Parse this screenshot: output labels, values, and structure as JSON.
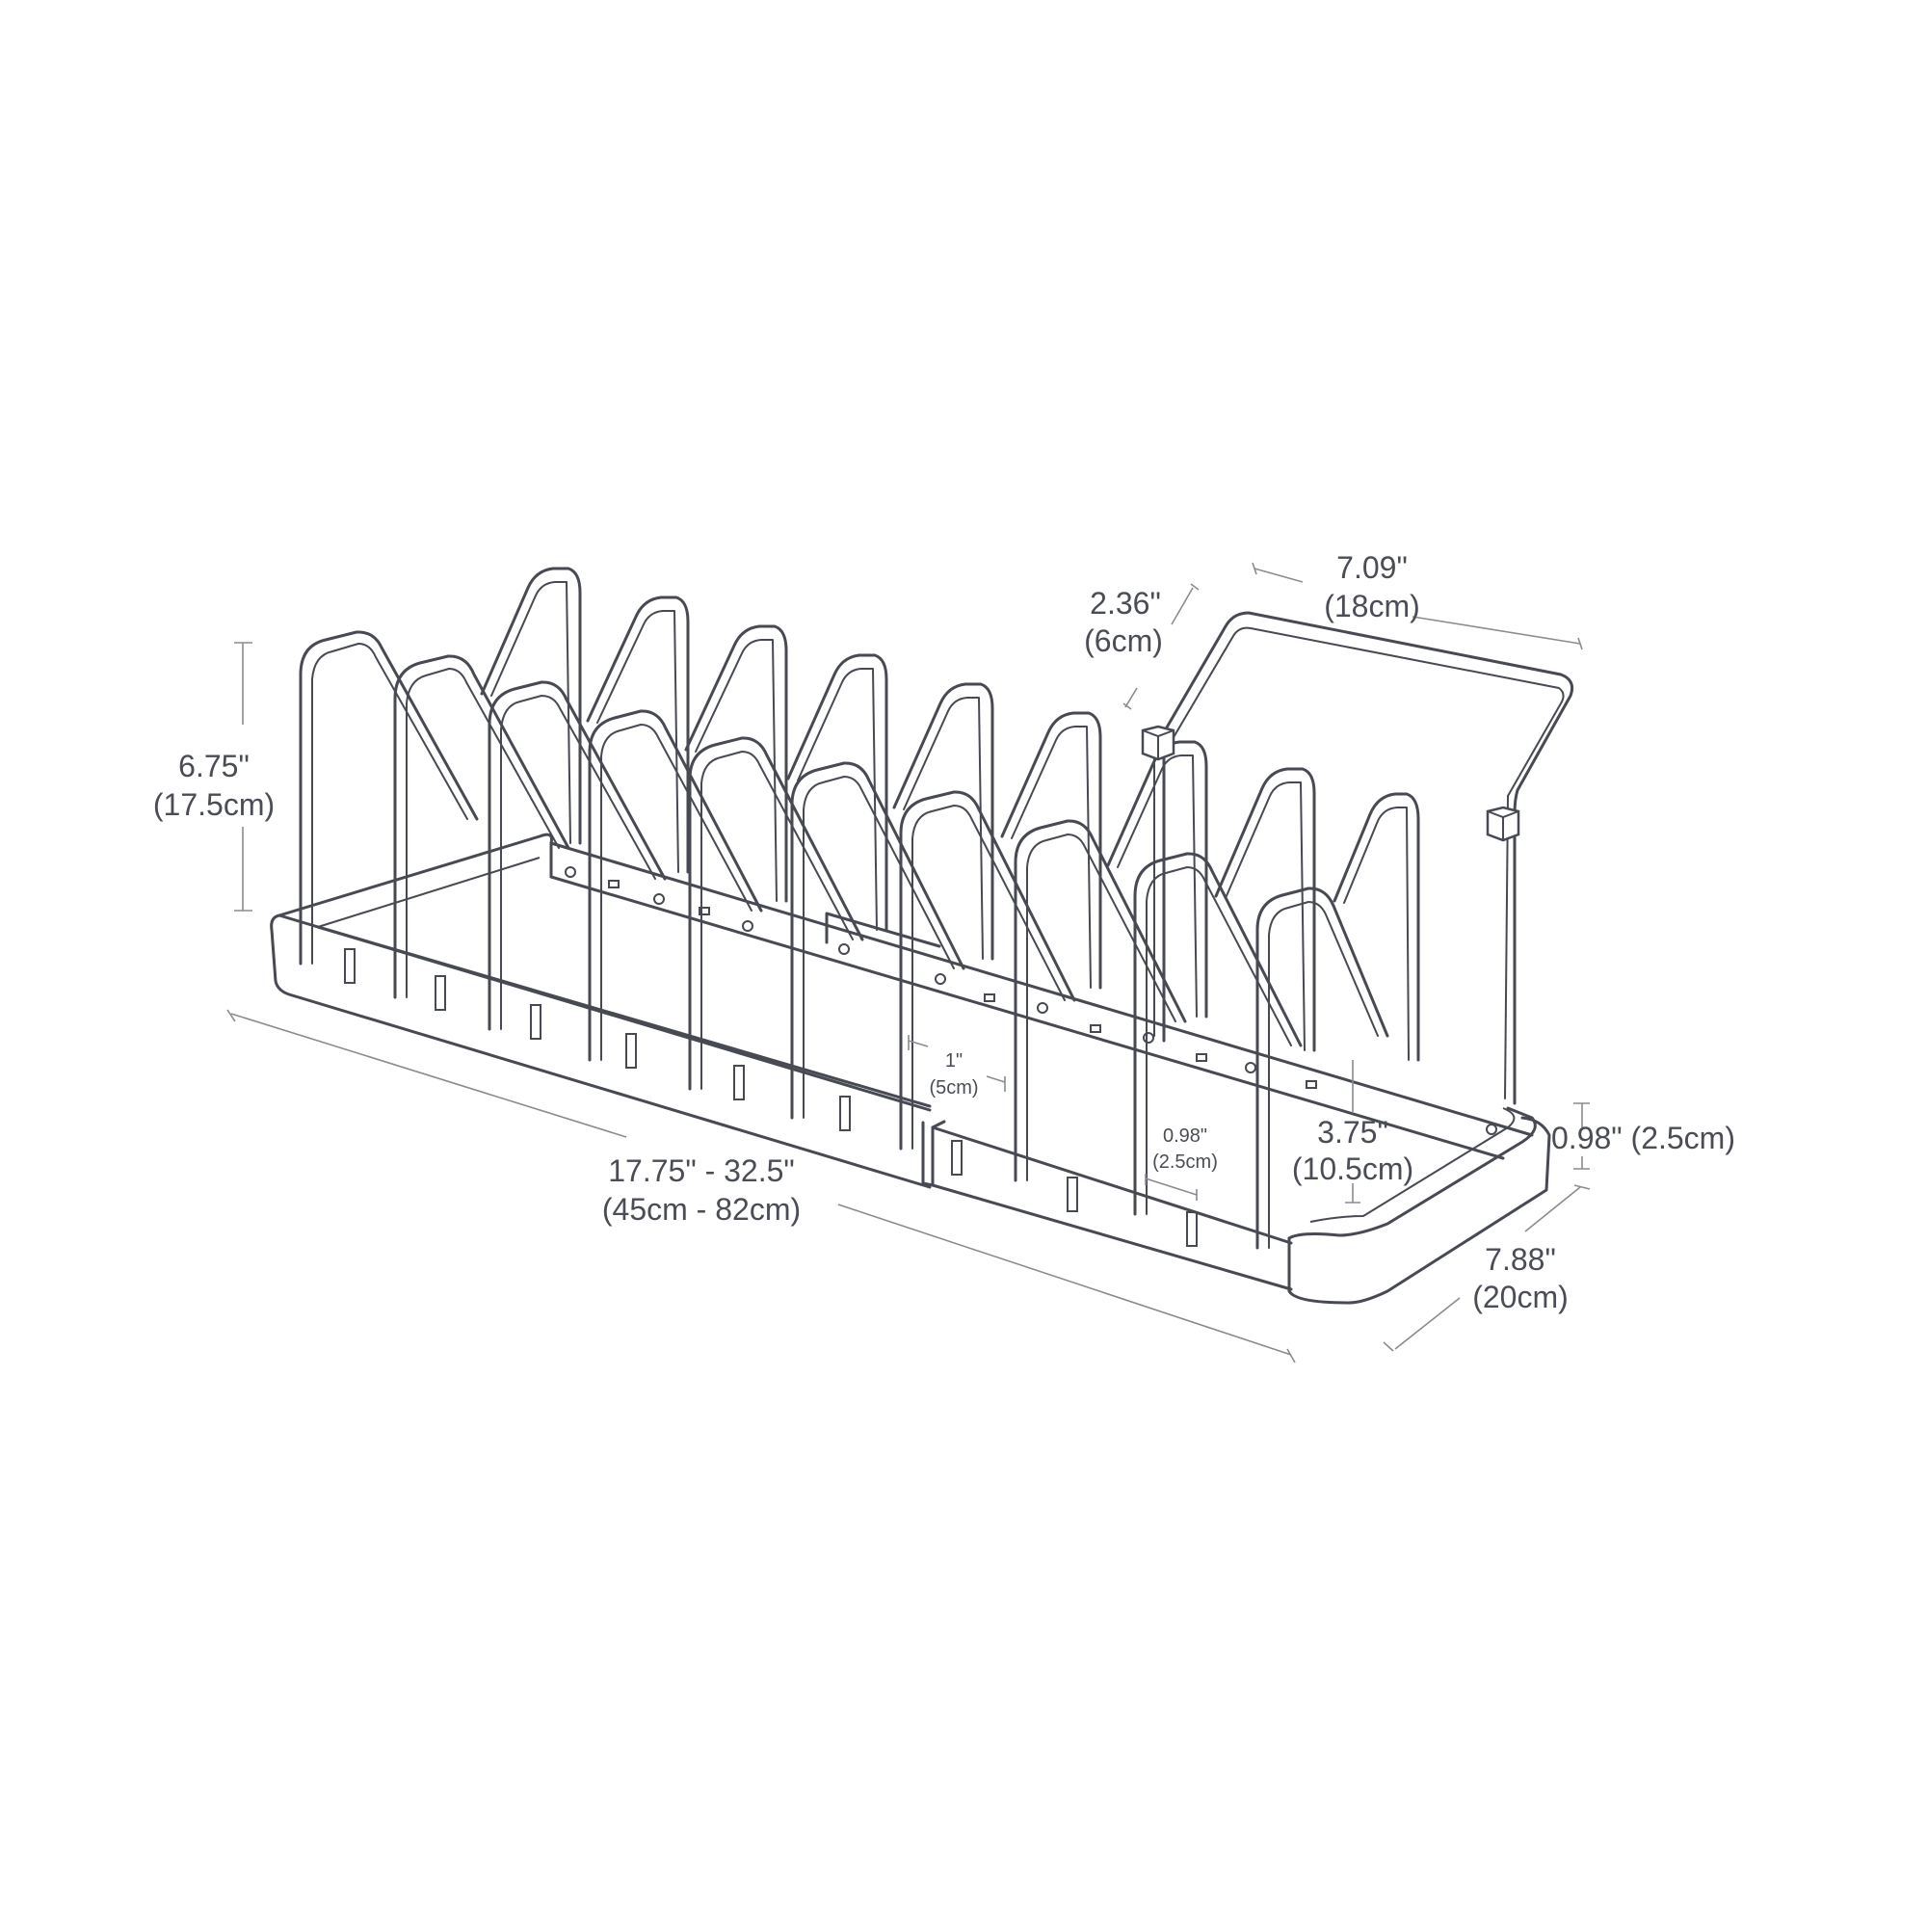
{
  "figure": {
    "subject": "Expandable pot lid / pan organizer rack — dimension drawing",
    "line_color": "#474a52",
    "dimension_line_color": "#8a8c92",
    "text_color": "#4a4d55",
    "background": "#ffffff"
  },
  "dimensions": {
    "height": {
      "imperial": "6.75\"",
      "metric": "(17.5cm)"
    },
    "length": {
      "imperial": "17.75\" - 32.5\"",
      "metric": "(45cm - 82cm)"
    },
    "divider_width": {
      "imperial": "7.09\"",
      "metric": "(18cm)"
    },
    "divider_depth": {
      "imperial": "2.36\"",
      "metric": "(6cm)"
    },
    "slot_spacing": {
      "imperial": "1\"",
      "metric": "(5cm)"
    },
    "slot_width": {
      "imperial": "0.98\"",
      "metric": "(2.5cm)"
    },
    "inner_height": {
      "imperial": "3.75\"",
      "metric": "(10.5cm)"
    },
    "base_height": {
      "combined": "0.98\" (2.5cm)"
    },
    "width": {
      "imperial": "7.88\"",
      "metric": "(20cm)"
    }
  }
}
